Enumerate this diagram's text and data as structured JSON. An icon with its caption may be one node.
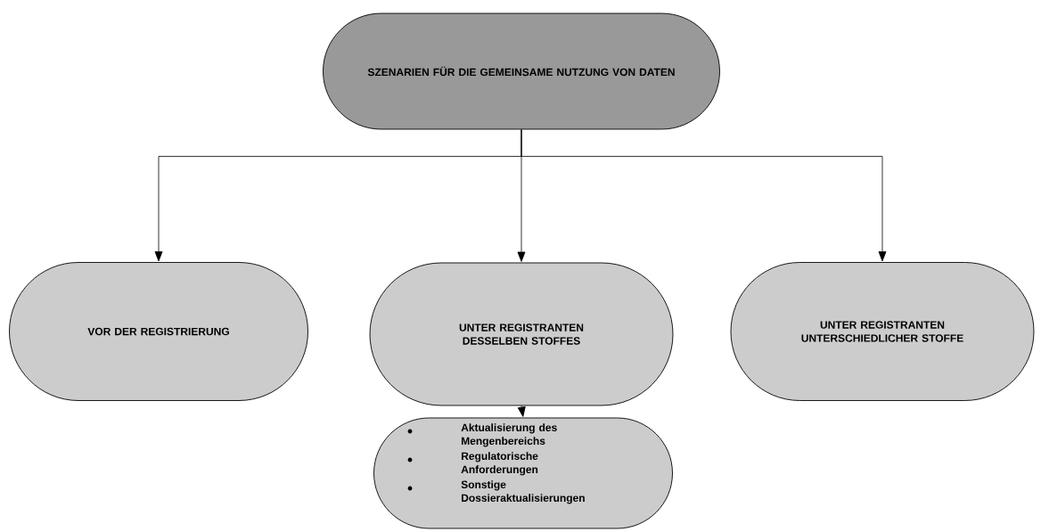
{
  "diagram": {
    "nodes": [
      {
        "text": [
          "SZENARIEN FÜR DIE GEMEINSAME NUTZUNG VON DATEN"
        ]
      },
      {
        "text": [
          "VOR DER REGISTRIERUNG"
        ]
      },
      {
        "text": [
          "UNTER REGISTRANTEN DESSELBEN STOFFES"
        ]
      },
      {
        "text": [
          "UNTER REGISTRANTEN UNTERSCHIEDLICHER STOFFE"
        ]
      },
      {
        "text": [
          "Aktualisierung des Mengenbereichs",
          "Regulatorische Anforderungen",
          "Sonstige Dossieraktualisierungen"
        ]
      }
    ],
    "edges": [
      {
        "from": 0,
        "to": 1,
        "arrow": "to"
      },
      {
        "from": 0,
        "to": 2,
        "arrow": "to"
      },
      {
        "from": 0,
        "to": 3,
        "arrow": "to"
      },
      {
        "from": 2,
        "to": 4,
        "arrow": "to"
      }
    ]
  }
}
